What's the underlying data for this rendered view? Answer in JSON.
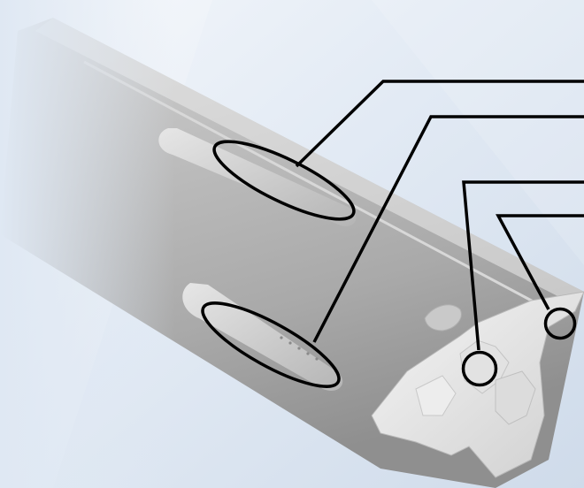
{
  "colors": {
    "background_light": "#f2f6fb",
    "background_dark": "#cbd8e8",
    "leader_line": "#000000",
    "callout_marker": "#000000"
  },
  "callouts": [
    {
      "id": "callout-1",
      "marker": "ellipse"
    },
    {
      "id": "callout-2",
      "marker": "ellipse"
    },
    {
      "id": "callout-3",
      "marker": "circle"
    },
    {
      "id": "callout-4",
      "marker": "circle"
    }
  ]
}
